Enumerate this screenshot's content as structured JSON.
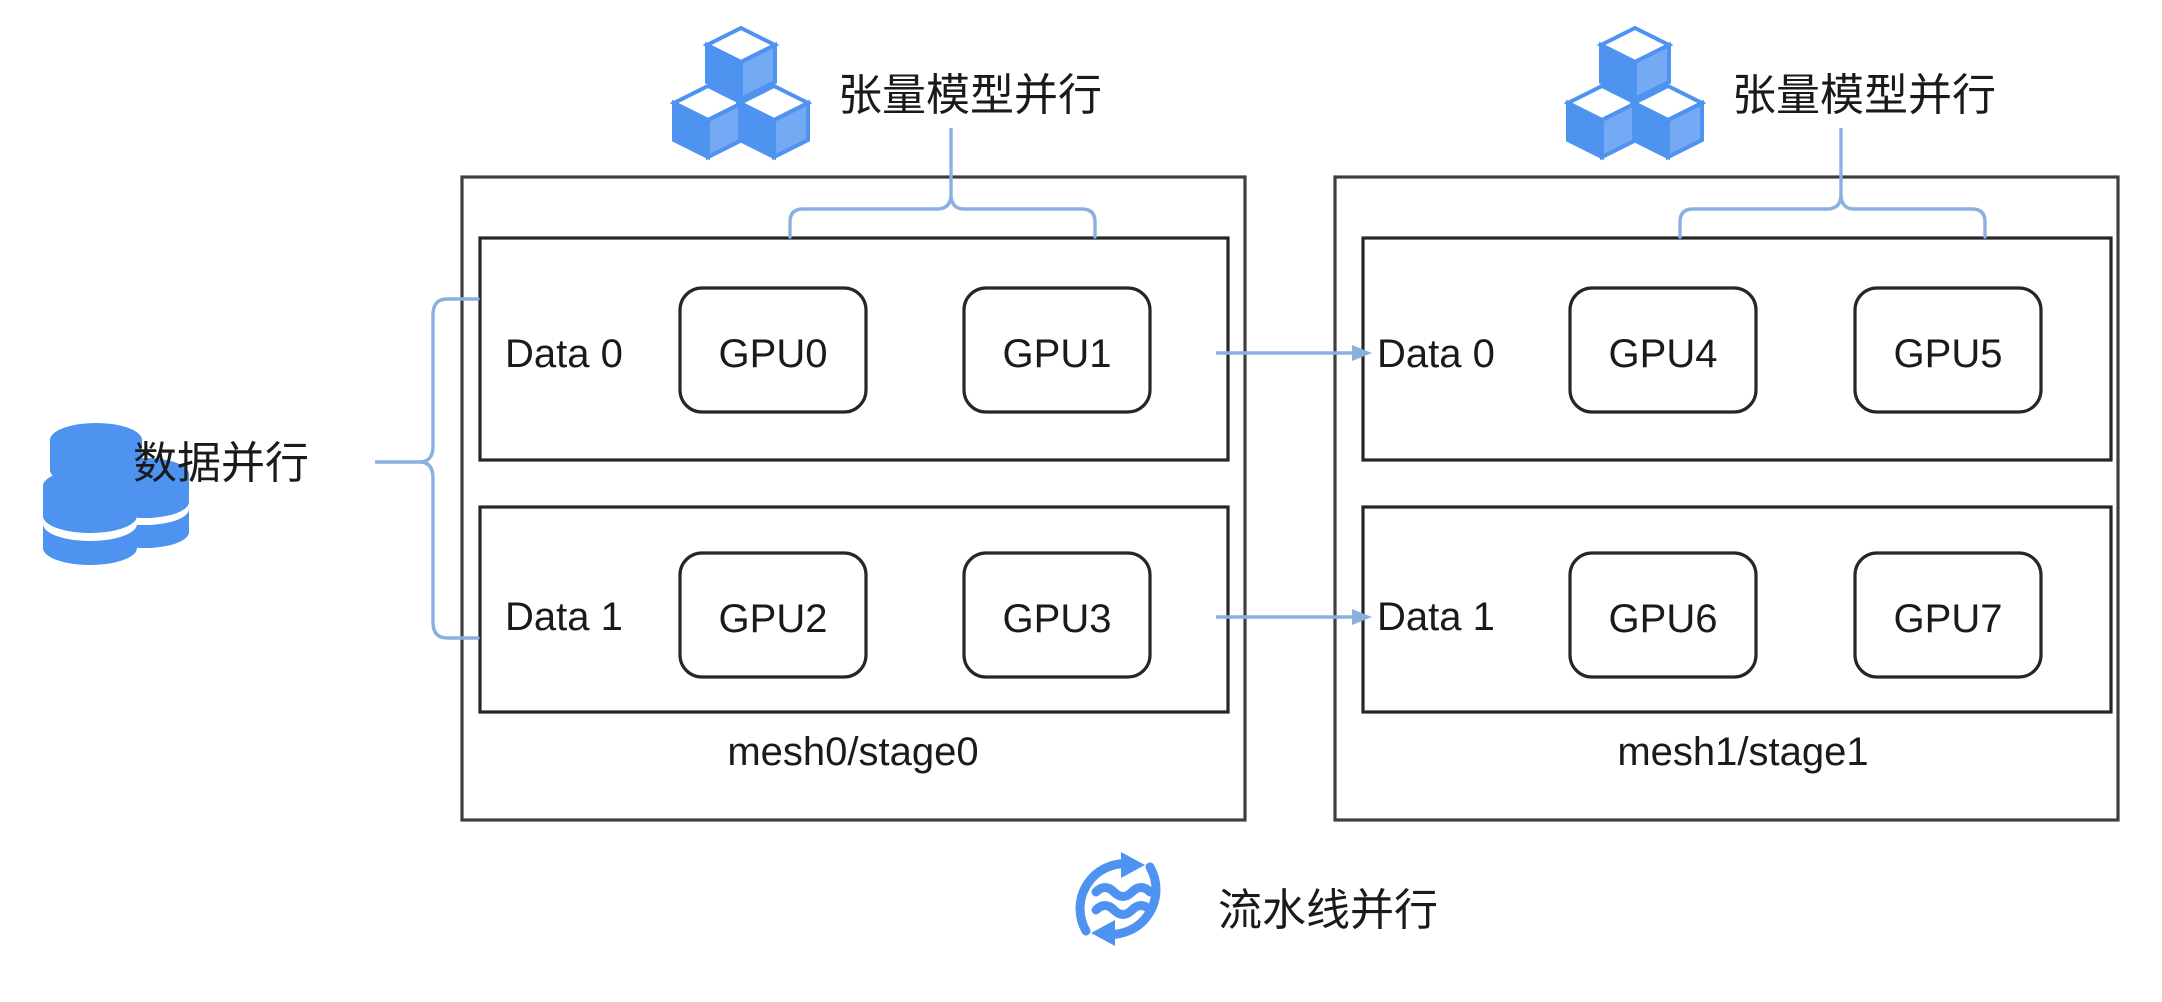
{
  "diagram": {
    "title_present": false,
    "colors": {
      "icon_blue": "#4e93f0",
      "connector_blue": "#8ab0e0",
      "box_stroke": "#262626",
      "background": "#ffffff"
    },
    "annotations": {
      "data_parallel": {
        "label": "数据并行",
        "icon": "database-stack-icon"
      },
      "tensor_parallel_left": {
        "label": "张量模型并行",
        "icon": "cubes-icon"
      },
      "tensor_parallel_right": {
        "label": "张量模型并行",
        "icon": "cubes-icon"
      },
      "pipeline_parallel": {
        "label": "流水线并行",
        "icon": "pipeline-refresh-icon"
      }
    },
    "meshes": [
      {
        "id": "mesh0",
        "caption": "mesh0/stage0",
        "rows": [
          {
            "label": "Data 0",
            "gpus": [
              "GPU0",
              "GPU1"
            ]
          },
          {
            "label": "Data 1",
            "gpus": [
              "GPU2",
              "GPU3"
            ]
          }
        ]
      },
      {
        "id": "mesh1",
        "caption": "mesh1/stage1",
        "rows": [
          {
            "label": "Data 0",
            "gpus": [
              "GPU4",
              "GPU5"
            ]
          },
          {
            "label": "Data 1",
            "gpus": [
              "GPU6",
              "GPU7"
            ]
          }
        ]
      }
    ],
    "connections": [
      {
        "from": "GPU1",
        "to": "Data 0",
        "style": "arrow"
      },
      {
        "from": "GPU3",
        "to": "Data 1",
        "style": "arrow"
      }
    ]
  }
}
